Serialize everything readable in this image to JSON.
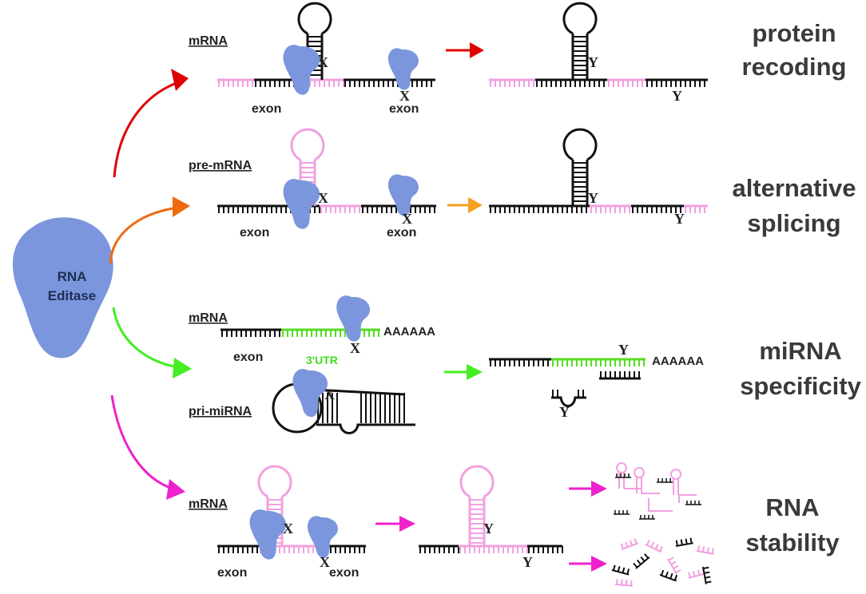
{
  "colors": {
    "black": "#111111",
    "pink": "#f2a0e0",
    "green": "#55dd22",
    "enzyme": "#7b96dd",
    "red_arrow": "#e00000",
    "orange_arrow": "#ee6a10",
    "orange_arrow2": "#f5a020",
    "green_arrow": "#44ee22",
    "magenta_arrow": "#ee22cc"
  },
  "enzyme": {
    "label_line1": "RNA",
    "label_line2": "Editase"
  },
  "rows": {
    "recoding": {
      "title_line1": "protein",
      "title_line2": "recoding",
      "rna_label": "mRNA",
      "exon1": "exon",
      "exon2": "exon",
      "x1": "X",
      "x2": "X",
      "y1": "Y",
      "y2": "Y"
    },
    "splicing": {
      "title_line1": "alternative",
      "title_line2": "splicing",
      "rna_label": "pre-mRNA",
      "exon1": "exon",
      "exon2": "exon",
      "x1": "X",
      "x2": "X",
      "y1": "Y",
      "y2": "Y"
    },
    "mirna": {
      "title_line1": "miRNA",
      "title_line2": "specificity",
      "rna_label": "mRNA",
      "pri_label": "pri-miRNA",
      "exon": "exon",
      "utr": "3'UTR",
      "polya": "AAAAAA",
      "polya2": "AAAAAA",
      "x1": "X",
      "x2": "X",
      "y1": "Y",
      "y2": "Y"
    },
    "stability": {
      "title_line1": "RNA",
      "title_line2": "stability",
      "rna_label": "mRNA",
      "exon1": "exon",
      "exon2": "exon",
      "x1": "X",
      "x2": "X",
      "y1": "Y",
      "y2": "Y"
    }
  }
}
